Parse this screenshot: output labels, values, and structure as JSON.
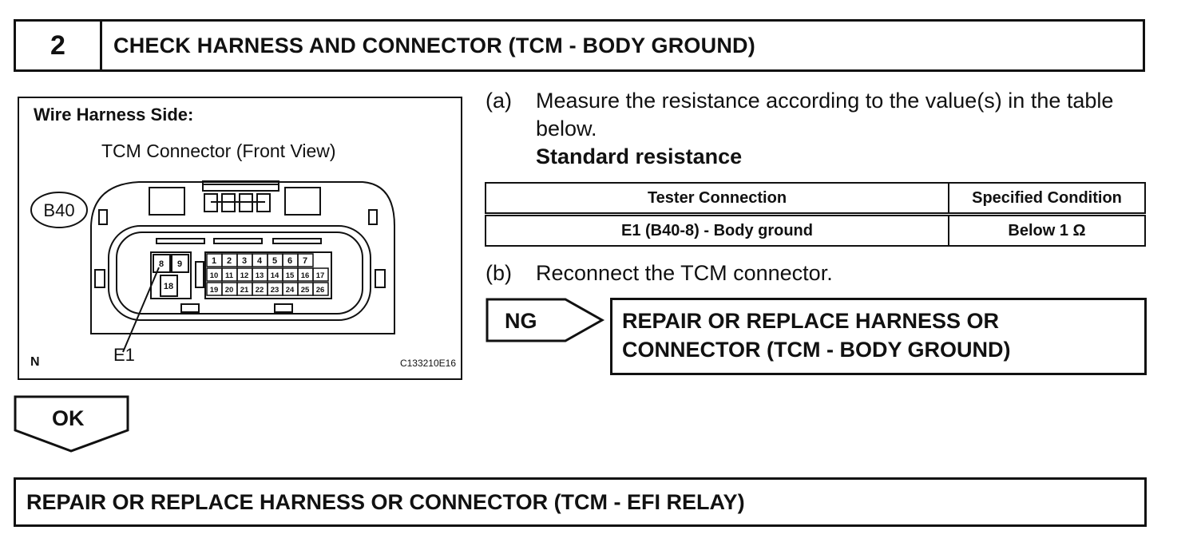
{
  "step": {
    "number": "2",
    "title": "CHECK HARNESS AND CONNECTOR (TCM - BODY GROUND)"
  },
  "diagram": {
    "side_label": "Wire Harness Side:",
    "connector_label": "TCM Connector (Front View)",
    "connector_id": "B40",
    "terminal_label": "E1",
    "corner_mark": "N",
    "figure_code": "C133210E16",
    "pins_left": [
      "8",
      "9",
      "18"
    ],
    "pins_row1": [
      "1",
      "2",
      "3",
      "4",
      "5",
      "6",
      "7"
    ],
    "pins_row2": [
      "10",
      "11",
      "12",
      "13",
      "14",
      "15",
      "16",
      "17"
    ],
    "pins_row3": [
      "19",
      "20",
      "21",
      "22",
      "23",
      "24",
      "25",
      "26"
    ]
  },
  "instructions": {
    "a_label": "(a)",
    "a_text": "Measure the resistance according to the value(s) in the table below.",
    "standard_label": "Standard resistance",
    "b_label": "(b)",
    "b_text": "Reconnect the TCM connector."
  },
  "table": {
    "headers": [
      "Tester Connection",
      "Specified Condition"
    ],
    "rows": [
      [
        "E1 (B40-8) - Body ground",
        "Below 1 Ω"
      ]
    ]
  },
  "ng": {
    "label": "NG",
    "result": "REPAIR OR REPLACE HARNESS OR CONNECTOR (TCM - BODY GROUND)"
  },
  "ok": {
    "label": "OK"
  },
  "final": {
    "text": "REPAIR OR REPLACE HARNESS OR CONNECTOR (TCM - EFI RELAY)"
  }
}
